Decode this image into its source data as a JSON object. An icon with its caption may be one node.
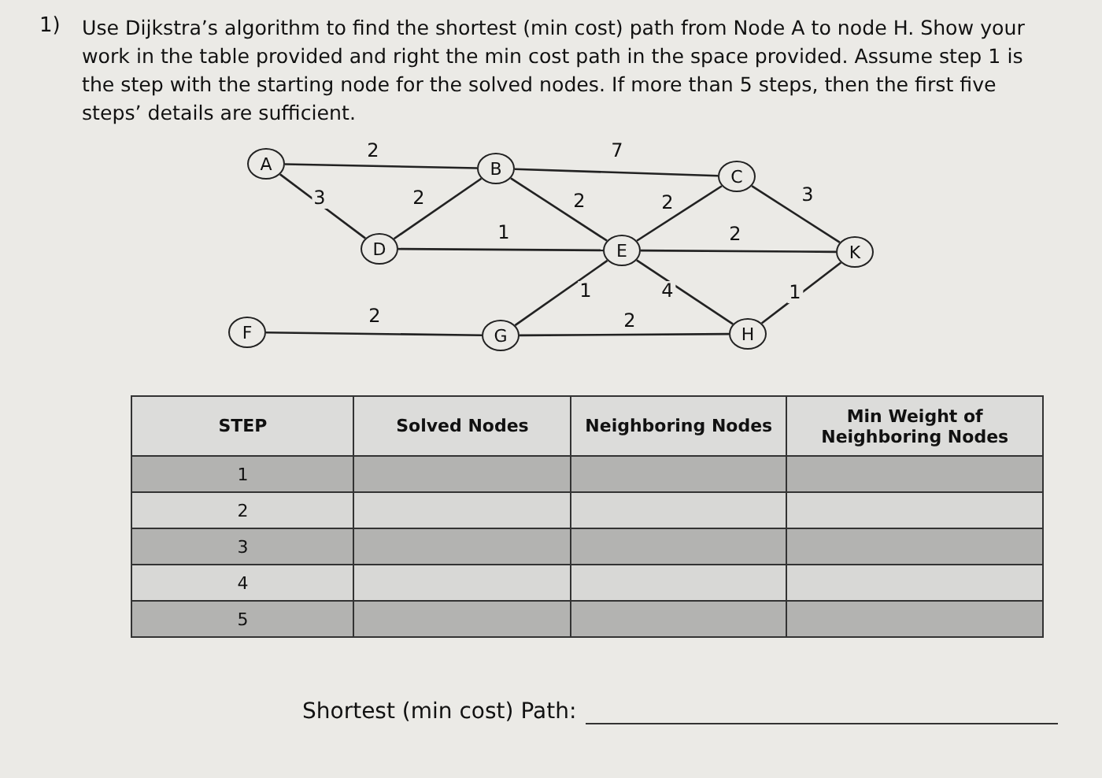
{
  "diagram": {
    "title": "Use Dijkstra’s algorithm to find the shortest (min cost) path from Node A to node H. Show your work in the table provided and right the min cost path in the space provided. Assume step 1 is the step with the starting node for the solved nodes. If more than 5 steps, then the first five steps’ details are sufficient.",
    "nodes": [
      {
        "text": [
          "A"
        ]
      },
      {
        "text": [
          "B"
        ]
      },
      {
        "text": [
          "C"
        ]
      },
      {
        "text": [
          "D"
        ]
      },
      {
        "text": [
          "E"
        ]
      },
      {
        "text": [
          "K"
        ]
      },
      {
        "text": [
          "F"
        ]
      },
      {
        "text": [
          "G"
        ]
      },
      {
        "text": [
          "H"
        ]
      }
    ],
    "edges": [
      {
        "from": 0,
        "to": 1,
        "arrow": "none",
        "label": "2"
      },
      {
        "from": 0,
        "to": 3,
        "arrow": "none",
        "label": "3"
      },
      {
        "from": 3,
        "to": 1,
        "arrow": "none",
        "label": "2"
      },
      {
        "from": 1,
        "to": 2,
        "arrow": "none",
        "label": "7"
      },
      {
        "from": 1,
        "to": 4,
        "arrow": "none",
        "label": "2"
      },
      {
        "from": 3,
        "to": 4,
        "arrow": "none",
        "label": "1"
      },
      {
        "from": 4,
        "to": 2,
        "arrow": "none",
        "label": "2"
      },
      {
        "from": 4,
        "to": 5,
        "arrow": "none",
        "label": "2"
      },
      {
        "from": 2,
        "to": 5,
        "arrow": "none",
        "label": "3"
      },
      {
        "from": 7,
        "to": 4,
        "arrow": "none",
        "label": "1"
      },
      {
        "from": 4,
        "to": 8,
        "arrow": "none",
        "label": "4"
      },
      {
        "from": 6,
        "to": 7,
        "arrow": "none",
        "label": "2"
      },
      {
        "from": 7,
        "to": 8,
        "arrow": "none",
        "label": "2"
      },
      {
        "from": 8,
        "to": 5,
        "arrow": "none",
        "label": "1"
      }
    ],
    "labels": [
      "1)",
      "STEP",
      "Solved Nodes",
      "Neighboring Nodes",
      "Min Weight of Neighboring Nodes",
      "1",
      "2",
      "3",
      "4",
      "5",
      "Shortest (min cost) Path:"
    ]
  }
}
